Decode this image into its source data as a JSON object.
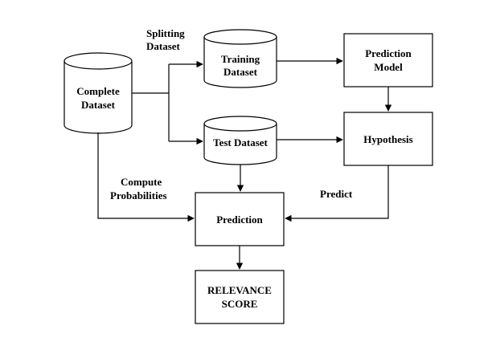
{
  "nodes": {
    "complete_dataset": [
      "Complete",
      "Dataset"
    ],
    "training_dataset": [
      "Training",
      "Dataset"
    ],
    "test_dataset": [
      "Test Dataset"
    ],
    "prediction_model": [
      "Prediction",
      "Model"
    ],
    "hypothesis": [
      "Hypothesis"
    ],
    "prediction": [
      "Prediction"
    ],
    "relevance_score": [
      "RELEVANCE",
      "SCORE"
    ]
  },
  "edge_labels": {
    "splitting_dataset": [
      "Splitting",
      "Dataset"
    ],
    "compute_probabilities": [
      "Compute",
      "Probabilities"
    ],
    "predict": [
      "Predict"
    ]
  }
}
